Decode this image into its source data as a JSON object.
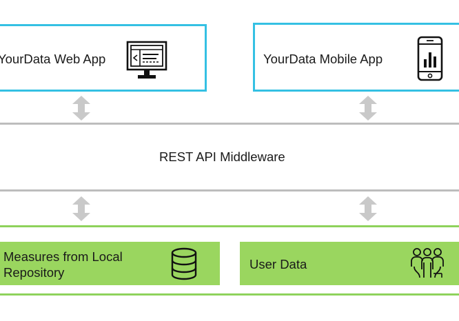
{
  "web_app": {
    "label": "YourData Web App",
    "icon": "web-browser-monitor-icon"
  },
  "mobile_app": {
    "label": "YourData Mobile App",
    "icon": "smartphone-chart-icon"
  },
  "middleware": {
    "label": "REST API Middleware"
  },
  "repository": {
    "label_line1": "Measures from Local",
    "label_line2": "Repository",
    "icon": "database-icon"
  },
  "user_data": {
    "label": "User Data",
    "icon": "users-group-icon"
  },
  "colors": {
    "app_border": "#34c0e3",
    "separator": "#bdbdbd",
    "data_layer": "#9ad65f",
    "arrow": "#c9c9c9"
  }
}
